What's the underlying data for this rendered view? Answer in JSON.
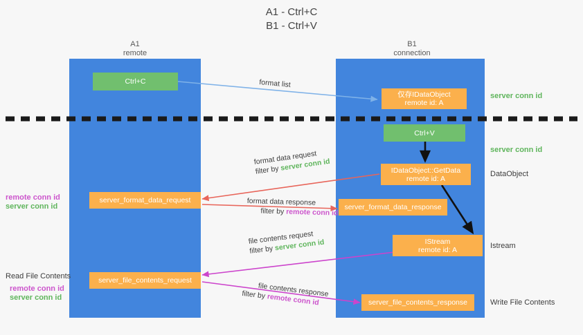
{
  "title": {
    "line1": "A1 - Ctrl+C",
    "line2": "B1 - Ctrl+V"
  },
  "colors": {
    "lane": "#4285dd",
    "orange_box": "#fbb04c",
    "green_box": "#71bf6e",
    "green_text": "#5fb55c",
    "purple_text": "#cc55cc",
    "background": "#f7f7f7",
    "divider": "#1a1a1a"
  },
  "lanes": [
    {
      "id": "a1",
      "title": "A1",
      "subtitle": "remote"
    },
    {
      "id": "b1",
      "title": "B1",
      "subtitle": "connection"
    }
  ],
  "boxes": [
    {
      "id": "ctrl-c",
      "lane": "a1",
      "style": "green",
      "line1": "Ctrl+C",
      "line2": ""
    },
    {
      "id": "idataobject",
      "lane": "b1",
      "style": "orange",
      "line1": "仅存IDataObject",
      "line2": "remote id: A"
    },
    {
      "id": "ctrl-v",
      "lane": "b1",
      "style": "green",
      "line1": "Ctrl+V",
      "line2": ""
    },
    {
      "id": "idataobject-getdata",
      "lane": "b1",
      "style": "orange",
      "line1": "IDataObject::GetData",
      "line2": "remote id: A"
    },
    {
      "id": "server-format-data-request",
      "lane": "a1",
      "style": "orange",
      "line1": "server_format_data_request",
      "line2": ""
    },
    {
      "id": "server-format-data-response",
      "lane": "b1",
      "style": "orange",
      "line1": "server_format_data_response",
      "line2": ""
    },
    {
      "id": "istream",
      "lane": "b1",
      "style": "orange",
      "line1": "IStream",
      "line2": "remote id: A"
    },
    {
      "id": "server-file-contents-request",
      "lane": "a1",
      "style": "orange",
      "line1": "server_file_contents_request",
      "line2": ""
    },
    {
      "id": "server-file-contents-response",
      "lane": "b1",
      "style": "orange",
      "line1": "server_file_contents_response",
      "line2": ""
    }
  ],
  "right_notes": [
    {
      "id": "note-server-conn-id-1",
      "text": "server conn id",
      "color": "green"
    },
    {
      "id": "note-server-conn-id-2",
      "text": "server conn id",
      "color": "green"
    },
    {
      "id": "note-dataobject",
      "text": "DataObject",
      "color": "grey"
    },
    {
      "id": "note-istream",
      "text": "Istream",
      "color": "grey"
    },
    {
      "id": "note-write-file",
      "text": "Write File Contents",
      "color": "grey"
    }
  ],
  "left_notes": [
    {
      "id": "left-remote-conn-id-1",
      "text": "remote conn id",
      "color": "purple"
    },
    {
      "id": "left-server-conn-id-1",
      "text": "server conn id",
      "color": "green"
    },
    {
      "id": "left-read-file",
      "text": "Read File Contents",
      "color": "grey"
    },
    {
      "id": "left-remote-conn-id-2",
      "text": "remote conn id",
      "color": "purple"
    },
    {
      "id": "left-server-conn-id-2",
      "text": "server conn id",
      "color": "green"
    }
  ],
  "edge_labels": [
    {
      "id": "format-list",
      "text": "format list",
      "filter_prefix": "",
      "filter_value": "",
      "filter_color": ""
    },
    {
      "id": "format-data-request",
      "text": "format data request",
      "filter_prefix": "filter by ",
      "filter_value": "server conn id",
      "filter_color": "green"
    },
    {
      "id": "format-data-response",
      "text": "format data response",
      "filter_prefix": "filter by ",
      "filter_value": "remote conn id",
      "filter_color": "purple"
    },
    {
      "id": "file-contents-request",
      "text": "file contents request",
      "filter_prefix": "filter by ",
      "filter_value": "server conn id",
      "filter_color": "green"
    },
    {
      "id": "file-contents-response",
      "text": "file contents response",
      "filter_prefix": "filter by ",
      "filter_value": "remote conn id",
      "filter_color": "purple"
    }
  ]
}
